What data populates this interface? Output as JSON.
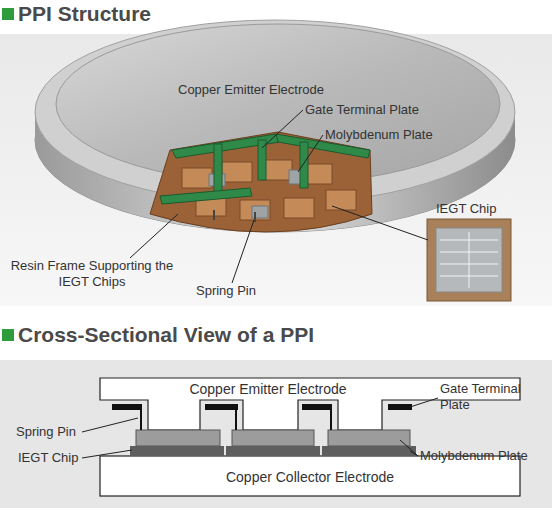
{
  "diagram": {
    "title": "PPI Structure",
    "nodes": [
      {
        "text": [
          "Copper Emitter Electrode"
        ]
      },
      {
        "text": [
          "Copper Collector Electrode"
        ]
      }
    ],
    "labels": [
      "Copper Emitter Electrode",
      "Gate Terminal Plate",
      "Molybdenum Plate",
      "IEGT Chip",
      "Resin Frame Supporting the IEGT Chips",
      "Spring Pin",
      "Cross-Sectional View of a PPI",
      "Gate Terminal Plate",
      "Spring Pin",
      "IEGT Chip",
      "Molybdenum Plate"
    ]
  }
}
